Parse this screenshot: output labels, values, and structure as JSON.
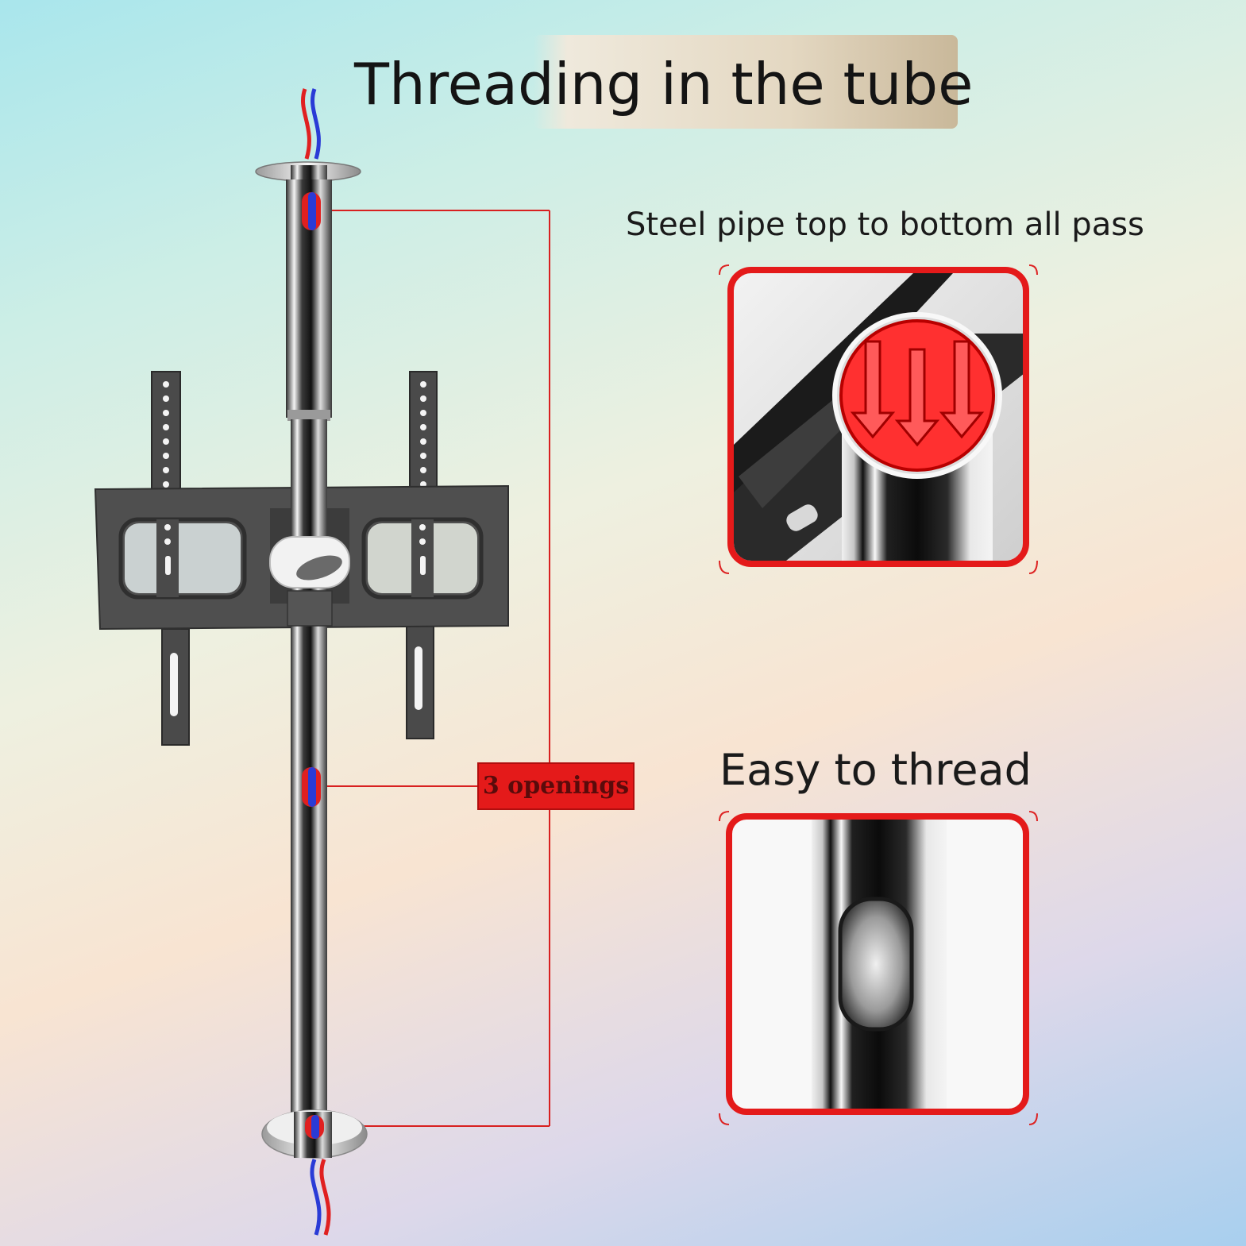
{
  "title": "Threading in the tube",
  "callout_top": "Steel pipe top to bottom all pass",
  "callout_bottom": "Easy to thread",
  "openings_label": "3 openings",
  "colors": {
    "accent_red": "#e41a1a",
    "wire_blue": "#2a3bd6",
    "wire_red": "#e02020",
    "bracket_gray": "#4a4a4a",
    "steel": "#b8b8b8"
  }
}
